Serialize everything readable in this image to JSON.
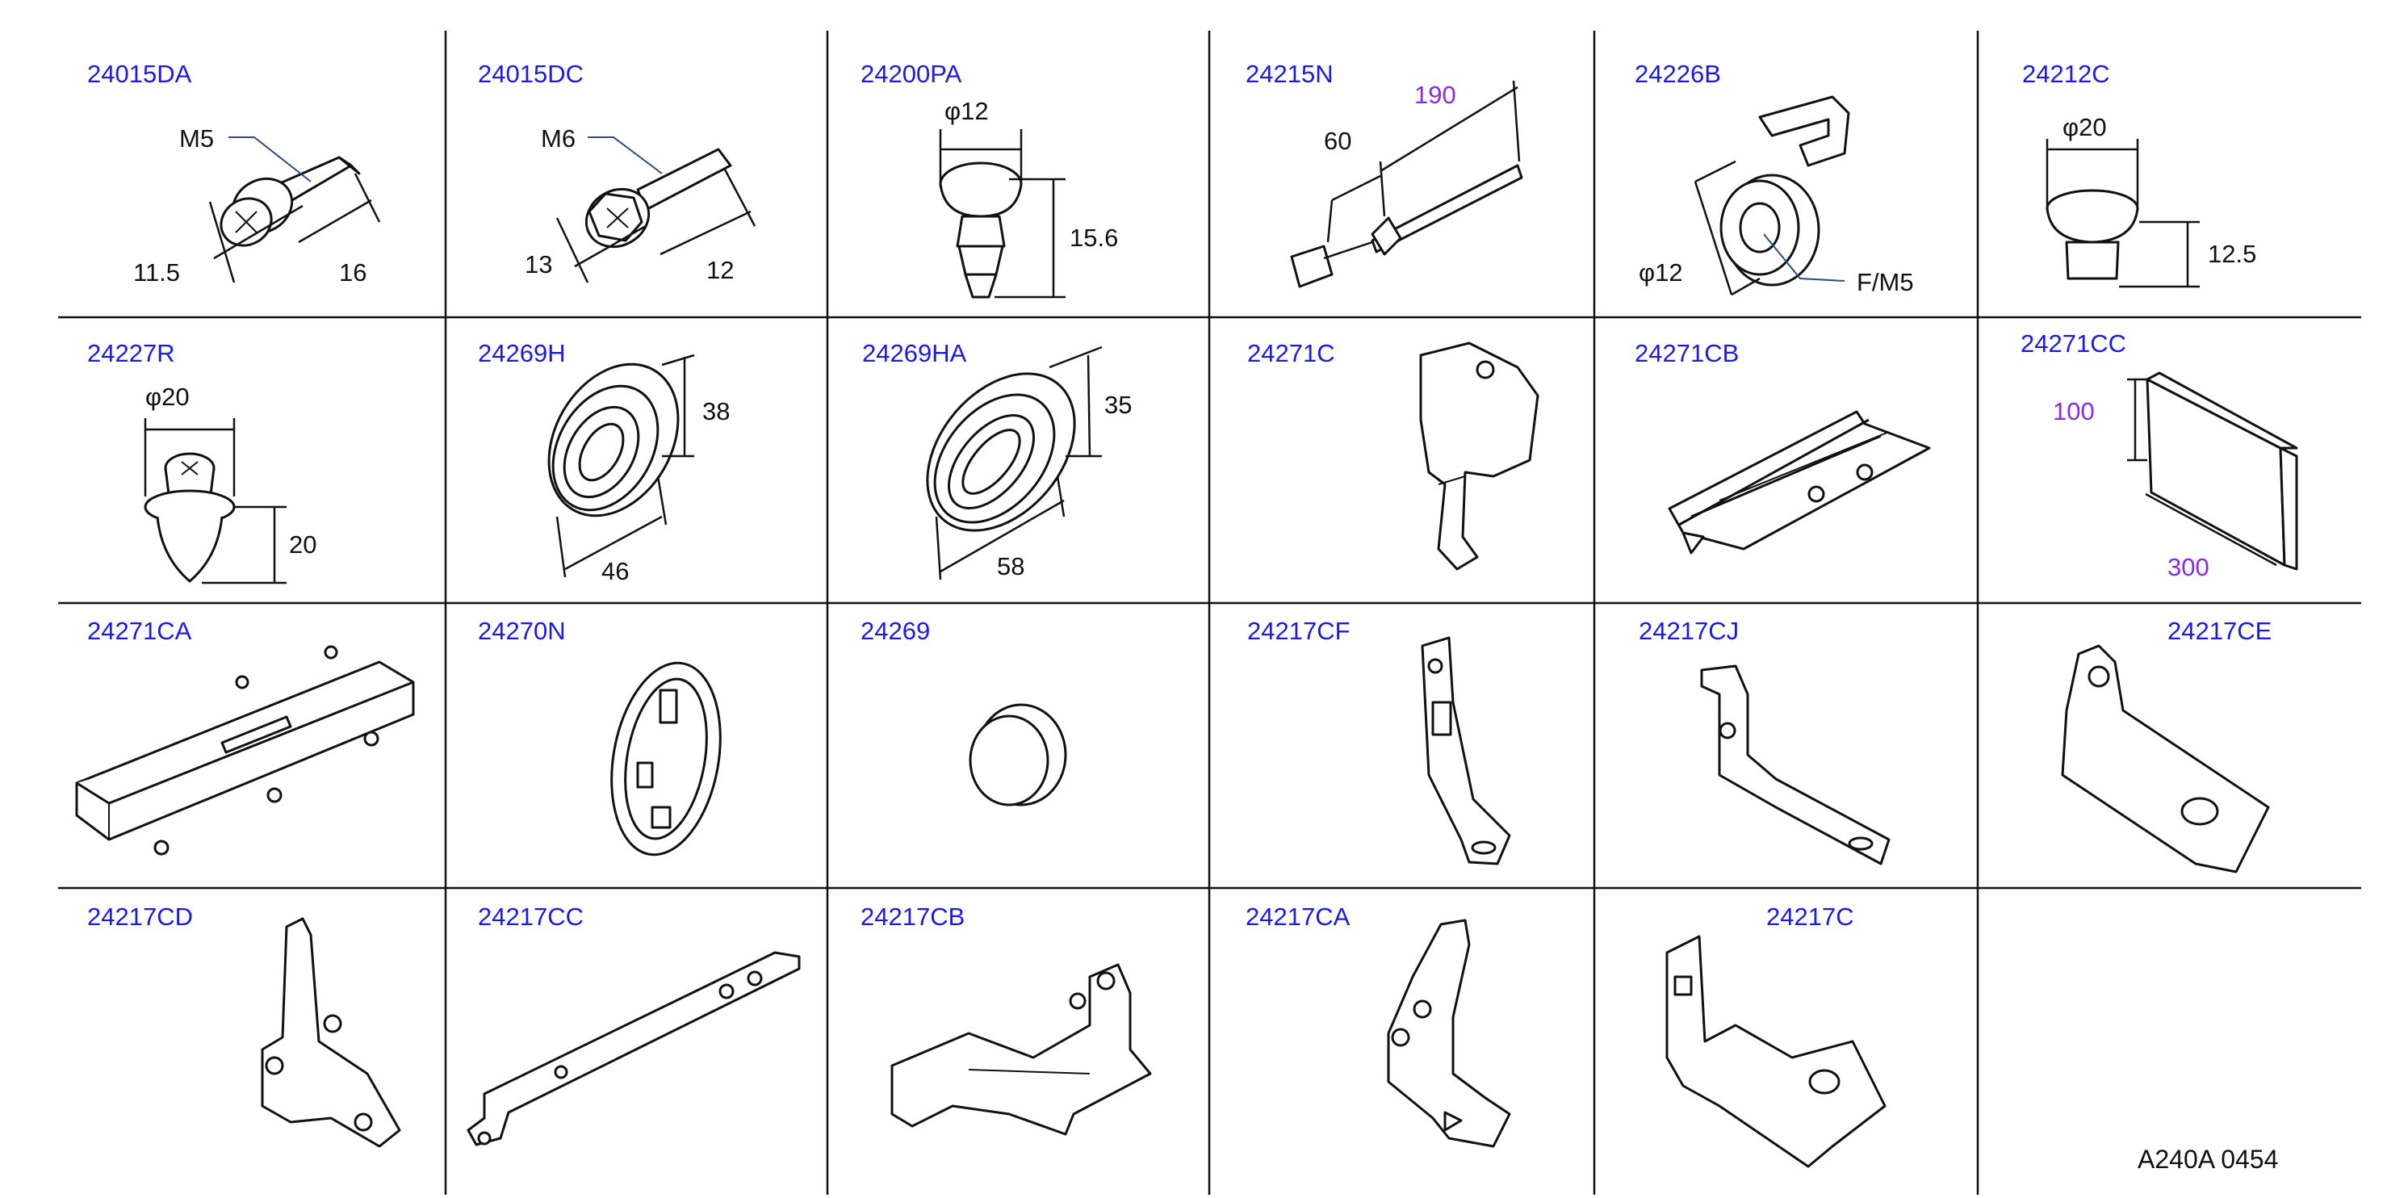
{
  "colors": {
    "part_number": "#1a1ae6",
    "dimension_highlight": "#8a2be2",
    "lines": "#111111"
  },
  "parts": [
    {
      "id": "24015DA",
      "dims": [
        "M5",
        "11.5",
        "16"
      ]
    },
    {
      "id": "24015DC",
      "dims": [
        "M6",
        "13",
        "12"
      ]
    },
    {
      "id": "24200PA",
      "dims": [
        "φ12",
        "15.6"
      ]
    },
    {
      "id": "24215N",
      "dims": [
        "60",
        "190"
      ]
    },
    {
      "id": "24226B",
      "dims": [
        "φ12",
        "F/M5"
      ]
    },
    {
      "id": "24212C",
      "dims": [
        "φ20",
        "12.5"
      ]
    },
    {
      "id": "24227R",
      "dims": [
        "φ20",
        "20"
      ]
    },
    {
      "id": "24269H",
      "dims": [
        "38",
        "46"
      ]
    },
    {
      "id": "24269HA",
      "dims": [
        "35",
        "58"
      ]
    },
    {
      "id": "24271C",
      "dims": []
    },
    {
      "id": "24271CB",
      "dims": []
    },
    {
      "id": "24271CC",
      "dims": [
        "100",
        "300"
      ]
    },
    {
      "id": "24271CA",
      "dims": []
    },
    {
      "id": "24270N",
      "dims": []
    },
    {
      "id": "24269",
      "dims": []
    },
    {
      "id": "24217CF",
      "dims": []
    },
    {
      "id": "24217CJ",
      "dims": []
    },
    {
      "id": "24217CE",
      "dims": []
    },
    {
      "id": "24217CD",
      "dims": []
    },
    {
      "id": "24217CC",
      "dims": []
    },
    {
      "id": "24217CB",
      "dims": []
    },
    {
      "id": "24217CA",
      "dims": []
    },
    {
      "id": "24217C",
      "dims": []
    }
  ],
  "reference_code": "A240A  0454"
}
